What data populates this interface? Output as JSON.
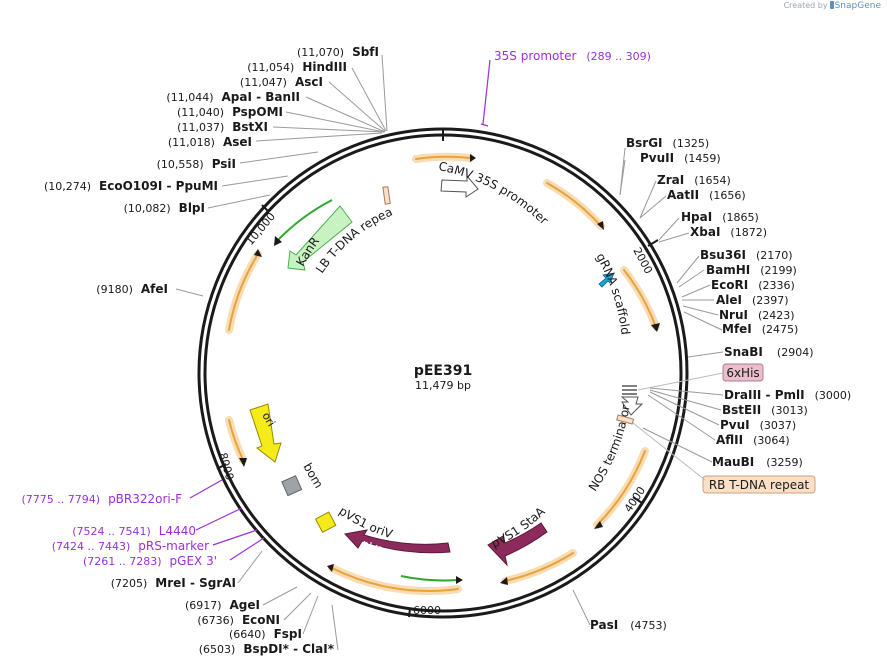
{
  "brand": {
    "created_by": "Created by",
    "logo": "SnapGene"
  },
  "plasmid": {
    "name": "pEE391",
    "size": "11,479 bp"
  },
  "ticks": [
    "2000",
    "4000",
    "6000",
    "8000",
    "10,000"
  ],
  "enzymes": [
    {
      "name": "SbfI",
      "pos": "(11,070)"
    },
    {
      "name": "HindIII",
      "pos": "(11,054)"
    },
    {
      "name": "AscI",
      "pos": "(11,047)"
    },
    {
      "name": "ApaI - BanII",
      "pos": "(11,044)"
    },
    {
      "name": "PspOMI",
      "pos": "(11,040)"
    },
    {
      "name": "BstXI",
      "pos": "(11,037)"
    },
    {
      "name": "AseI",
      "pos": "(11,018)"
    },
    {
      "name": "PsiI",
      "pos": "(10,558)"
    },
    {
      "name": "EcoO109I - PpuMI",
      "pos": "(10,274)"
    },
    {
      "name": "BlpI",
      "pos": "(10,082)"
    },
    {
      "name": "AfeI",
      "pos": "(9180)"
    },
    {
      "name": "MreI - SgrAI",
      "pos": "(7205)"
    },
    {
      "name": "AgeI",
      "pos": "(6917)"
    },
    {
      "name": "EcoNI",
      "pos": "(6736)"
    },
    {
      "name": "FspI",
      "pos": "(6640)"
    },
    {
      "name": "BspDI* - ClaI*",
      "pos": "(6503)"
    },
    {
      "name": "BsrGI",
      "pos": "(1325)"
    },
    {
      "name": "PvuII",
      "pos": "(1459)"
    },
    {
      "name": "ZraI",
      "pos": "(1654)"
    },
    {
      "name": "AatII",
      "pos": "(1656)"
    },
    {
      "name": "HpaI",
      "pos": "(1865)"
    },
    {
      "name": "XbaI",
      "pos": "(1872)"
    },
    {
      "name": "Bsu36I",
      "pos": "(2170)"
    },
    {
      "name": "BamHI",
      "pos": "(2199)"
    },
    {
      "name": "EcoRI",
      "pos": "(2336)"
    },
    {
      "name": "AleI",
      "pos": "(2397)"
    },
    {
      "name": "NruI",
      "pos": "(2423)"
    },
    {
      "name": "MfeI",
      "pos": "(2475)"
    },
    {
      "name": "SnaBI",
      "pos": "(2904)"
    },
    {
      "name": "DraIII - PmlI",
      "pos": "(3000)"
    },
    {
      "name": "BstEII",
      "pos": "(3013)"
    },
    {
      "name": "PvuI",
      "pos": "(3037)"
    },
    {
      "name": "AflII",
      "pos": "(3064)"
    },
    {
      "name": "MauBI",
      "pos": "(3259)"
    },
    {
      "name": "PasI",
      "pos": "(4753)"
    }
  ],
  "primers": [
    {
      "name": "35S promoter",
      "range": "(289 .. 309)"
    },
    {
      "name": "pBR322ori-F",
      "range": "(7775 .. 7794)"
    },
    {
      "name": "L4440",
      "range": "(7524 .. 7541)"
    },
    {
      "name": "pRS-marker",
      "range": "(7424 .. 7443)"
    },
    {
      "name": "pGEX 3'",
      "range": "(7261 .. 7283)"
    }
  ],
  "features": {
    "camv35s": "CaMV 35S promoter",
    "grna": "gRNA scaffold",
    "nos": "NOS terminator",
    "his": "6xHis",
    "rb": "RB T-DNA repeat",
    "pvs1_stab": "pVS1 StaA",
    "pvs1_repa": "pVS1 RepA",
    "pvs1_oriv": "pVS1 oriV",
    "bom": "bom",
    "ori": "ori",
    "kanr": "KanR",
    "lb": "LB T-DNA repeat"
  },
  "colors": {
    "backbone": "#1a1a1a",
    "enzyme_line": "#9a9a9a",
    "primer": "#9b30d9",
    "orf": "#e8a33b",
    "pvs1": "#8b2a5b",
    "kanr": "#9be08a",
    "ori": "#f5ea1a",
    "his_fill": "#e9bfcb",
    "rb_fill": "#fbe0c8"
  }
}
